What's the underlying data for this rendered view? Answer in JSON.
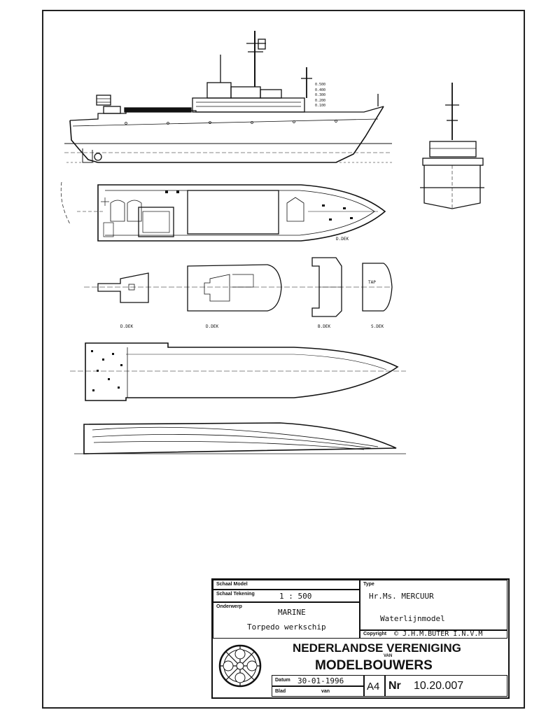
{
  "title_block": {
    "labels": {
      "schaal_model": "Schaal Model",
      "schaal_tekening": "Schaal Tekening",
      "onderwerp": "Onderwerp",
      "type": "Type",
      "copyright": "Copyright",
      "datum": "Datum",
      "blad": "Blad",
      "van": "van",
      "format": "A4",
      "nr": "Nr"
    },
    "values": {
      "schaal_tekening": "1 : 500",
      "onderwerp_1": "MARINE",
      "onderwerp_2": "Torpedo werkschip",
      "type_1": "Hr.Ms. MERCUUR",
      "type_2": "Waterlijnmodel",
      "copyright": "© J.H.M.BUTER I.N.V.M",
      "datum": "30-01-1996",
      "nummer": "10.20.007"
    },
    "organisation": {
      "line1": "NEDERLANDSE VERENIGING",
      "van": "VAN",
      "line2": "MODELBOUWERS"
    }
  },
  "drawing_labels": {
    "waterlines": [
      "0.500",
      "0.400",
      "0.300",
      "0.200",
      "0.100"
    ],
    "deck_1": "D.DEK",
    "deck_2": "D.DEK",
    "deck_3": "D.DEK",
    "deck_4": "B.DEK",
    "deck_5": "S.DEK",
    "tap": "TAP"
  },
  "colors": {
    "ink": "#111111",
    "paper": "#ffffff"
  }
}
